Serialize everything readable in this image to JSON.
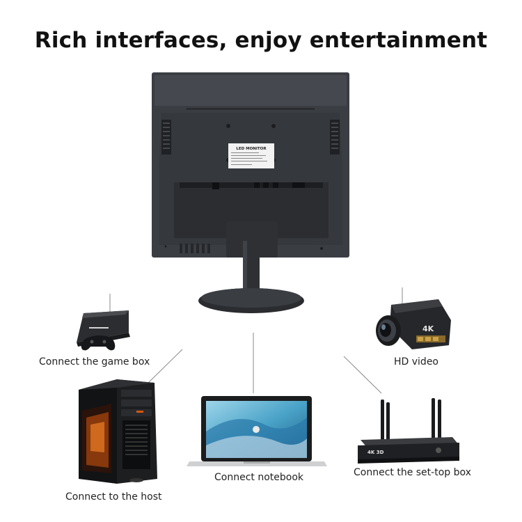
{
  "headline": "Rich interfaces, enjoy entertainment",
  "monitor": {
    "sticker_title": "LED MONITOR",
    "icon": "monitor-back-icon"
  },
  "devices": [
    {
      "label": "Connect the game box",
      "icon": "game-console-icon"
    },
    {
      "label": "HD video",
      "icon": "camcorder-icon"
    },
    {
      "label": "Connect to the host",
      "icon": "pc-tower-icon"
    },
    {
      "label": "Connect notebook",
      "icon": "laptop-icon"
    },
    {
      "label": "Connect the set-top box",
      "icon": "set-top-box-icon"
    }
  ],
  "camcorder": {
    "badge": "4K"
  },
  "settop": {
    "badge": "4K 3D"
  },
  "colors": {
    "background": "#ffffff",
    "monitor": "#3a3d42",
    "connector_line": "#8a8a8a",
    "text": "#222222",
    "pc_glow": "#d4580f",
    "laptop_screen": "#4aa3c8"
  }
}
